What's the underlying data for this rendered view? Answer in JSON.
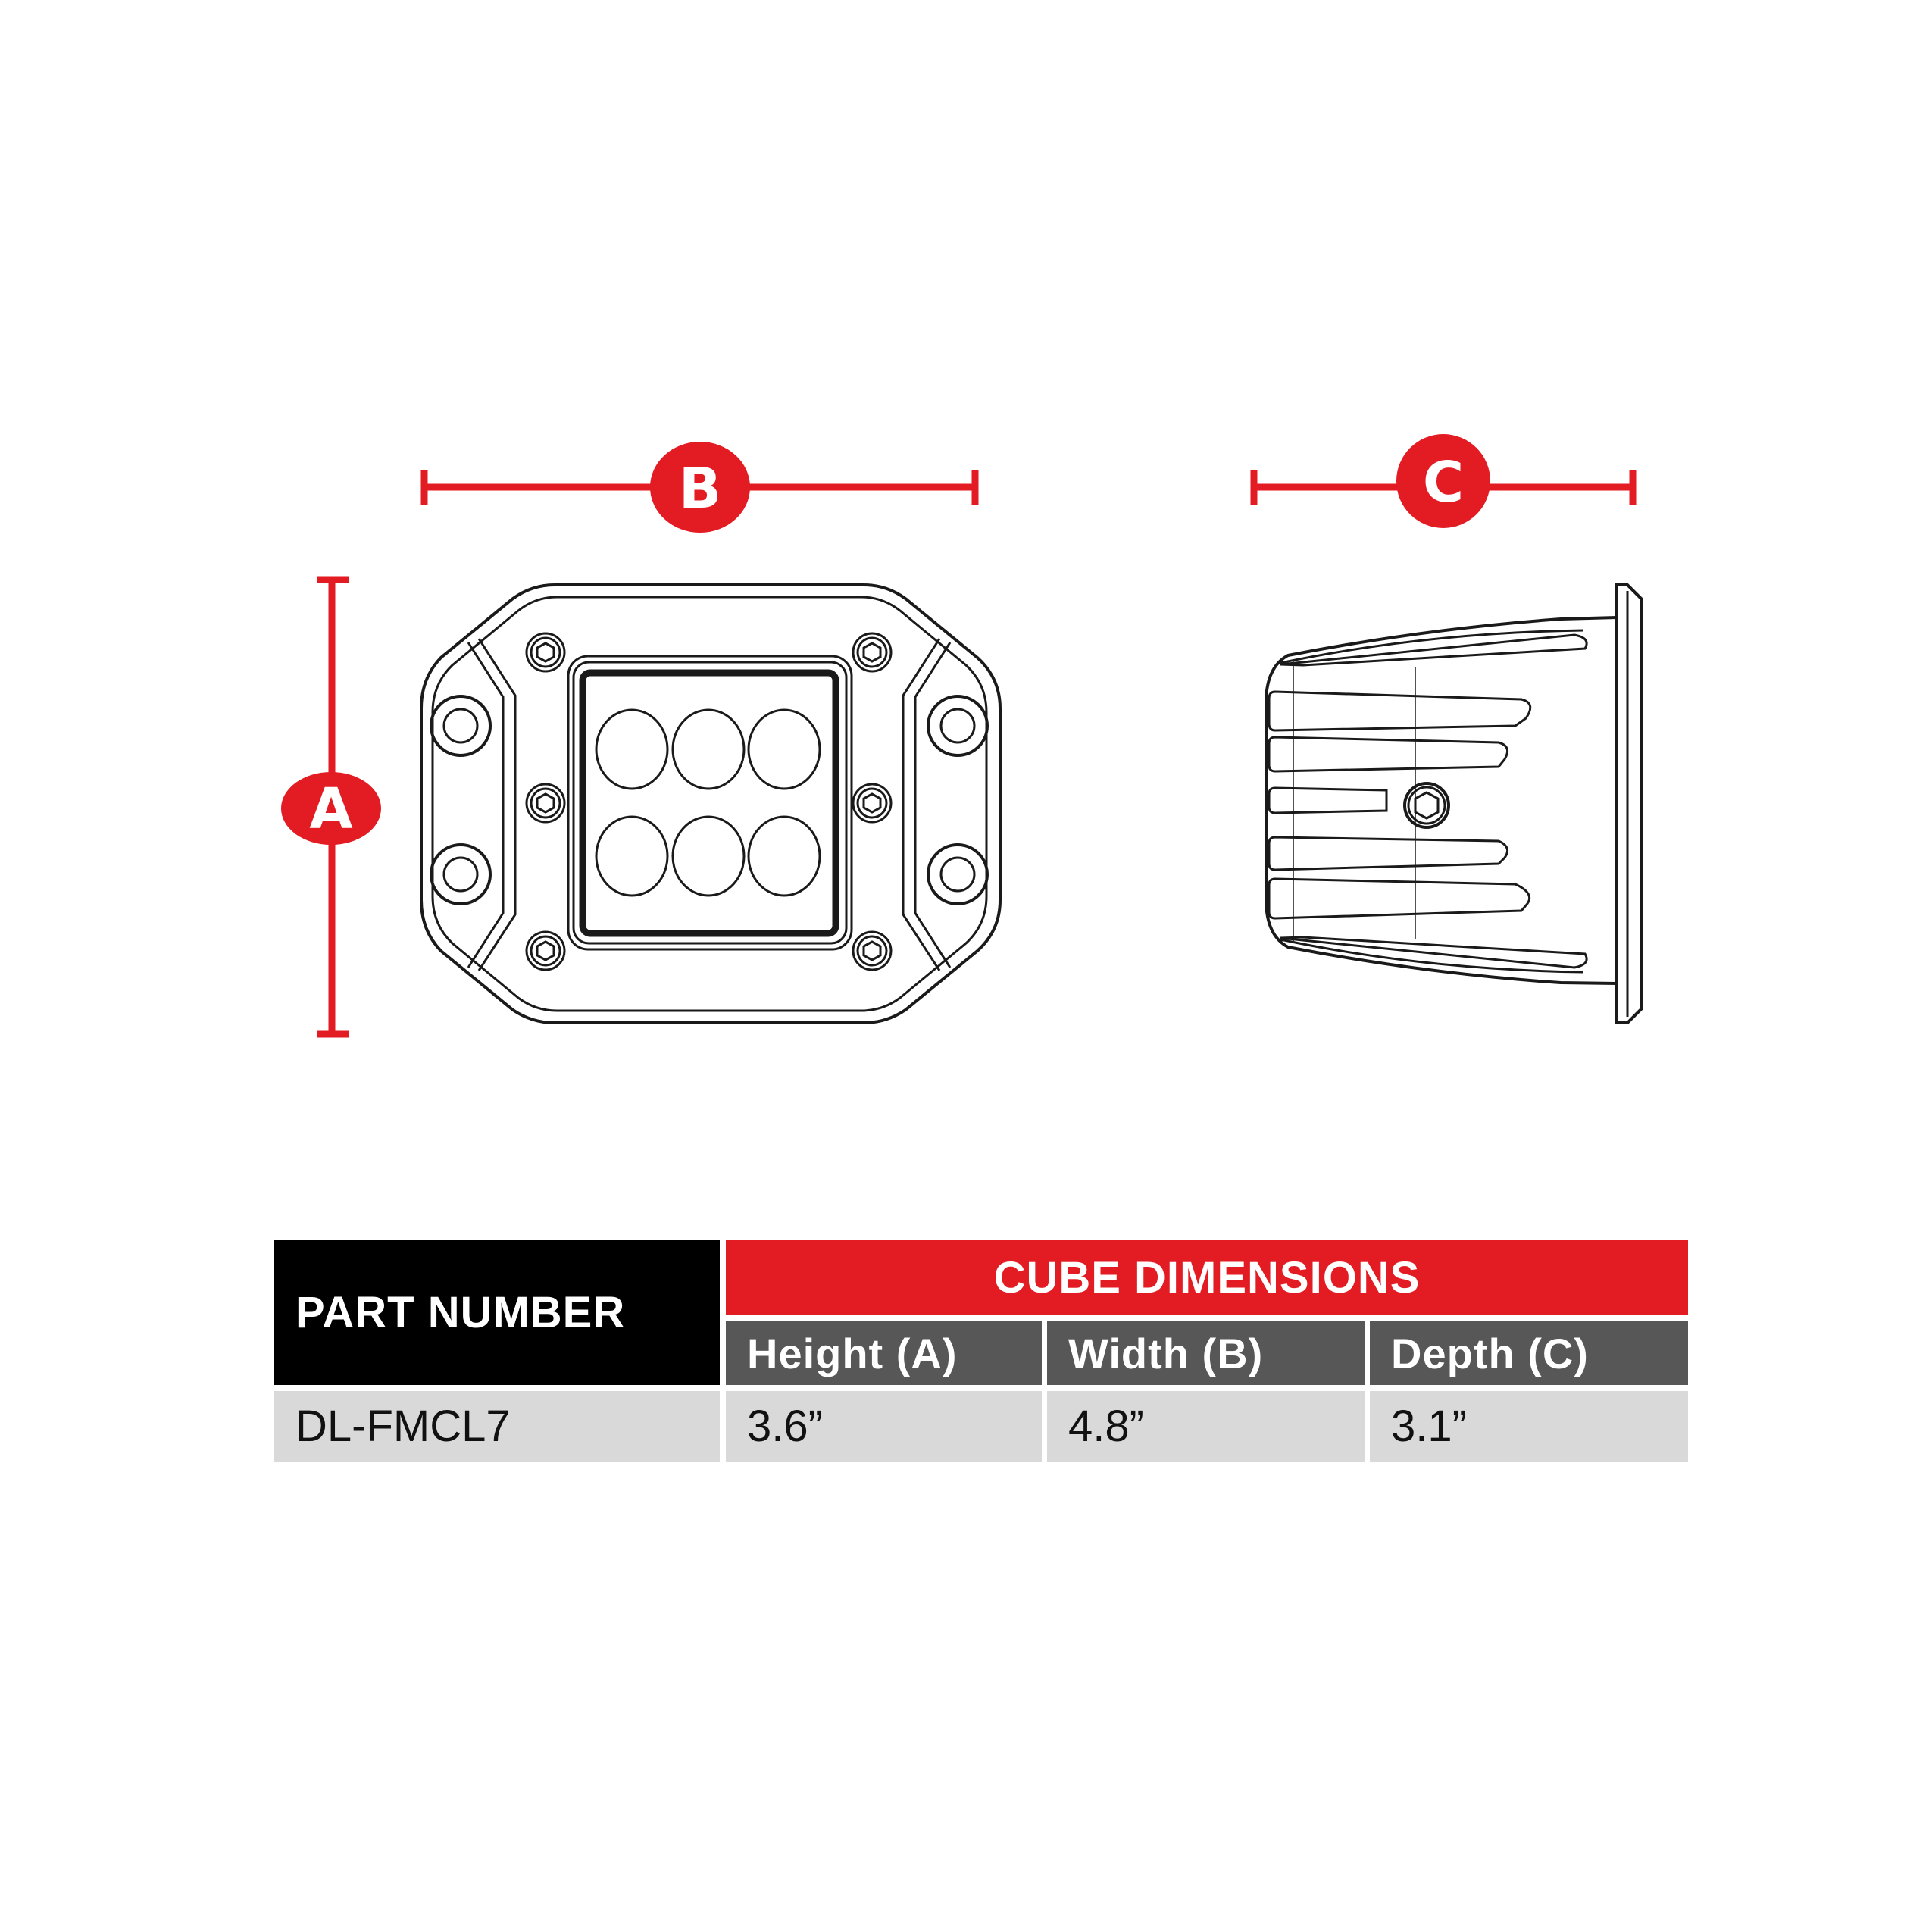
{
  "dimension_markers": {
    "a": {
      "letter": "A",
      "orientation": "vertical",
      "measures": "Height"
    },
    "b": {
      "letter": "B",
      "orientation": "horizontal",
      "measures": "Width"
    },
    "c": {
      "letter": "C",
      "orientation": "horizontal",
      "measures": "Depth"
    }
  },
  "views": {
    "front": {
      "led_count": 6,
      "bolt_count": 6,
      "mounting_hole_count": 4
    },
    "side": {
      "fin_count": 5
    }
  },
  "table": {
    "part_number_header": "PART NUMBER",
    "group_header": "CUBE DIMENSIONS",
    "columns": [
      "Height (A)",
      "Width (B)",
      "Depth (C)"
    ],
    "rows": [
      {
        "part_number": "DL-FMCL7",
        "height": "3.6”",
        "width": "4.8”",
        "depth": "3.1”"
      }
    ]
  },
  "colors": {
    "accent_red": "#e31b23",
    "header_black": "#000000",
    "header_gray": "#575757",
    "row_gray": "#d9d9d9"
  }
}
